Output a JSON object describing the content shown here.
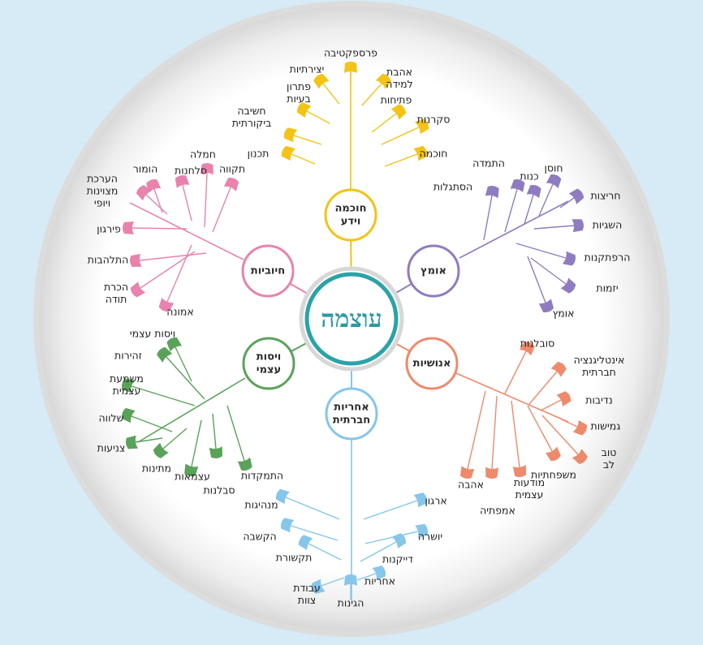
{
  "center": {
    "label": "עוצמה",
    "color": "#2aa3a8"
  },
  "branches": [
    {
      "id": "wisdom",
      "label": "חוכמה\nוידע",
      "color": "#f3c316",
      "leaves": [
        "חוכמה",
        "סקרנות",
        "פתיחות",
        "אהבת\nלמידה",
        "פרספקטיבה",
        "יצירתיות",
        "פתרון\nבעיות",
        "חשיבה\nביקורתית",
        "תכנון"
      ]
    },
    {
      "id": "courage",
      "label": "אומץ",
      "color": "#8f7cc0",
      "leaves": [
        "הסתגלות",
        "התמדה",
        "כנות",
        "חוסן",
        "חריצות",
        "השגיות",
        "הרפתקנות",
        "יזמות",
        "אומץ"
      ]
    },
    {
      "id": "humanity",
      "label": "אנושיות",
      "color": "#ee8a6c",
      "leaves": [
        "סובלנות",
        "אינטליגנציה\nחברתית",
        "נדיבות",
        "גמישות",
        "טוב\nלב",
        "משפחתיות",
        "מודעות\nעצמית",
        "אמפתיה",
        "אהבה"
      ]
    },
    {
      "id": "social",
      "label": "אחריות\nחברתית",
      "color": "#86c6ea",
      "leaves": [
        "ארגון",
        "יושרה",
        "דייקנות",
        "אחריות",
        "הגינות",
        "עבודת\nצוות",
        "תקשורת",
        "הקשבה",
        "מנהיגות"
      ]
    },
    {
      "id": "self",
      "label": "ויסות\nעצמי",
      "color": "#5aa25a",
      "leaves": [
        "התמקדות",
        "סבלנות",
        "עצמאות",
        "מתינות",
        "צניעות",
        "שלווה",
        "משמעת\nעצמית",
        "זהירות",
        "ויסות עצמי"
      ]
    },
    {
      "id": "positivity",
      "label": "חיוביות",
      "color": "#e982ad",
      "leaves": [
        "אמונה",
        "הכרת\nתודה",
        "התלהבות",
        "פירגון",
        "הערכת\nמצוינות\nויופי",
        "הומור",
        "סלחנות",
        "חמלה",
        "תקווה"
      ]
    }
  ]
}
